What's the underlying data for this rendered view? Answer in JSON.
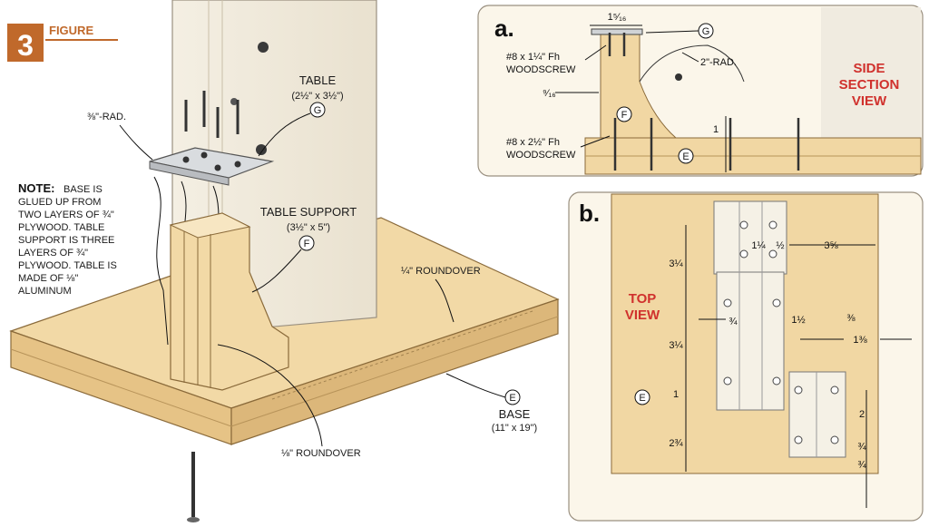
{
  "figure": {
    "number": "3",
    "label": "FIGURE",
    "badge_color": "#c0692b"
  },
  "note": {
    "heading": "NOTE:",
    "lines": [
      "BASE IS",
      "GLUED UP FROM",
      "TWO LAYERS OF ¾\"",
      "PLYWOOD. TABLE",
      "SUPPORT IS THREE",
      "LAYERS OF ¾\"",
      "PLYWOOD. TABLE IS",
      "MADE OF ⅛\"",
      "ALUMINUM"
    ]
  },
  "main": {
    "table_title": "TABLE",
    "table_size": "(2½\" x 3½\")",
    "table_callout": "G",
    "rad_label": "⅜\"-RAD.",
    "support_title": "TABLE SUPPORT",
    "support_size": "(3½\" x 5\")",
    "support_callout": "F",
    "roundover_quarter": "¼\" ROUNDOVER",
    "roundover_eighth": "⅛\" ROUNDOVER",
    "base_callout": "E",
    "base_title": "BASE",
    "base_size": "(11\" x 19\")"
  },
  "section_a": {
    "letter": "a.",
    "view_title": [
      "SIDE",
      "SECTION",
      "VIEW"
    ],
    "top_dim": "1⁵⁄₁₆",
    "screw1": [
      "#8 x 1¼\" Fh",
      "WOODSCREW"
    ],
    "screw2": [
      "#8 x 2½\" Fh",
      "WOODSCREW"
    ],
    "rad": "2\"-RAD.",
    "dim_left": "⁹⁄₁₆",
    "dim_right": "1",
    "callout_g": "G",
    "callout_f": "F",
    "callout_e": "E"
  },
  "section_b": {
    "letter": "b.",
    "view_title": [
      "TOP",
      "VIEW"
    ],
    "callout_e": "E",
    "dims": {
      "d_1_1_4": "1¼",
      "d_half": "½",
      "d_3_5_8": "3⅝",
      "d_3_1_4_top": "3¼",
      "d_3_4_mid": "¾",
      "d_3_1_4_mid": "3¼",
      "d_1_half": "1½",
      "d_3_8": "⅜",
      "d_1_3_8": "1⅜",
      "d_1": "1",
      "d_2": "2",
      "d_2_3_4": "2¾",
      "d_3_4_a": "¾",
      "d_3_4_b": "¾"
    }
  },
  "colors": {
    "wood": "#f1d7a3",
    "wood_dark": "#d8b57a",
    "panel_bg": "#fbf6ea",
    "accent_red": "#d0312d"
  }
}
